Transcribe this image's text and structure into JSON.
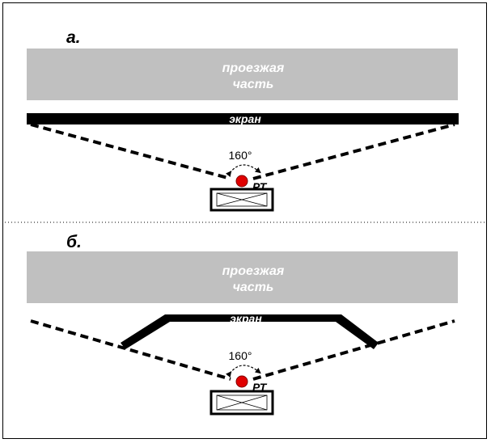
{
  "panels": [
    {
      "label": "а.",
      "road_line1": "проезжая",
      "road_line2": "часть",
      "screen_label": "экран",
      "angle_label": "160°",
      "sensor_label": "РТ"
    },
    {
      "label": "б.",
      "road_line1": "проезжая",
      "road_line2": "часть",
      "screen_label": "экран",
      "angle_label": "160°",
      "sensor_label": "РТ"
    }
  ],
  "colors": {
    "road": "#c0c0c0",
    "screen": "#000000",
    "sensor": "#e00000"
  }
}
